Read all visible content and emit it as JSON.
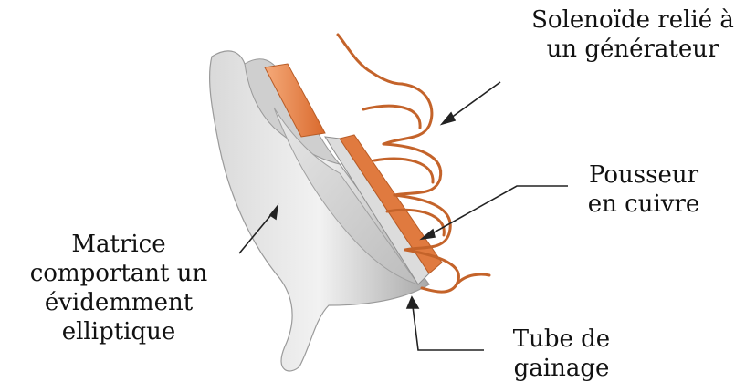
{
  "labels": {
    "solenoid": [
      "Solenoïde relié à",
      "un générateur"
    ],
    "pusher": [
      "Pousseur",
      "en cuivre"
    ],
    "matrix": [
      "Matrice",
      "comportant un",
      "évidemment",
      "elliptique"
    ],
    "tube": [
      "Tube de",
      "gainage"
    ]
  },
  "colors": {
    "copper": "#e07a3f",
    "copper_light": "#f2a070",
    "coil": "#c4632a",
    "metal_light": "#e6e6e6",
    "metal_mid": "#bdbdbd",
    "metal_dark": "#8f8f8f",
    "text": "#111111"
  }
}
